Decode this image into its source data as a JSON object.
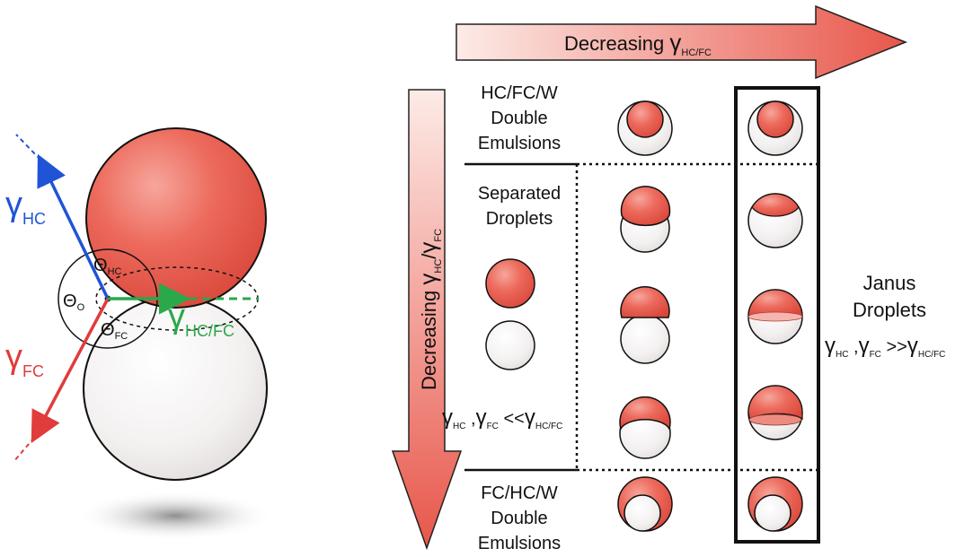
{
  "colors": {
    "hc_red": "#e8574a",
    "fc_white": "#f3f1f1",
    "gamma_hc_blue": "#1f54d6",
    "gamma_fc_red": "#e03c3c",
    "gamma_hcfc_green": "#2aa84a",
    "arrow_gradient_start": "#fbe3de",
    "arrow_gradient_end": "#e9594b",
    "outline": "#111111"
  },
  "left_panel": {
    "gamma_hc": {
      "symbol": "γ",
      "sub": "HC"
    },
    "gamma_fc": {
      "symbol": "γ",
      "sub": "FC"
    },
    "gamma_hcfc": {
      "symbol": "γ",
      "sub": "HC/FC"
    },
    "theta_hc": {
      "symbol": "Θ",
      "sub": "HC"
    },
    "theta_o": {
      "symbol": "Θ",
      "sub": "O"
    },
    "theta_fc": {
      "symbol": "Θ",
      "sub": "FC"
    }
  },
  "top_arrow": {
    "label": "Decreasing ",
    "symbol": "γ",
    "sub": "HC/FC"
  },
  "side_arrow": {
    "label": "Decreasing ",
    "gamma": "γ",
    "sub_hc": "HC",
    "slash": "/",
    "sub_fc": "FC"
  },
  "row_labels": {
    "hc_fc_w": [
      "HC/FC/W",
      "Double",
      "Emulsions"
    ],
    "separated": [
      "Separated",
      "Droplets"
    ],
    "fc_hc_w": [
      "FC/HC/W",
      "Double",
      "Emulsions"
    ]
  },
  "separated_condition": {
    "g": "γ",
    "sub_hc": "HC",
    "comma": " ,",
    "sub_fc": "FC",
    "rel": " <<",
    "sub_hcfc": "HC/FC"
  },
  "janus": {
    "lines": [
      "Janus",
      "Droplets"
    ],
    "g": "γ",
    "sub_hc": "HC",
    "comma": " ,",
    "sub_fc": "FC",
    "rel": " >>",
    "sub_hcfc": "HC/FC"
  }
}
